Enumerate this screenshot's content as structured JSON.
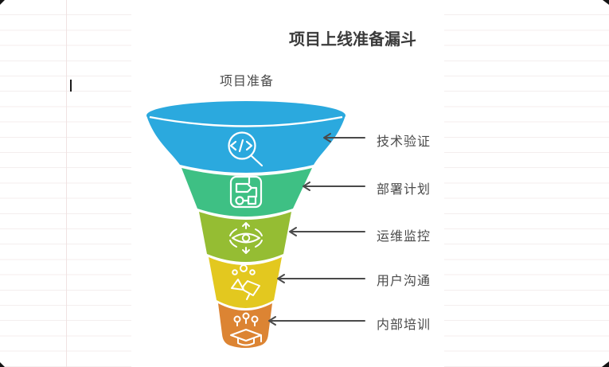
{
  "chart": {
    "title": "项目上线准备漏斗",
    "top_label": "项目准备",
    "arrow_color": "#4A4A4A",
    "stages": [
      {
        "label": "技术验证",
        "color": "#2BA9DE",
        "icon": "code-search-icon"
      },
      {
        "label": "部署计划",
        "color": "#3EC084",
        "icon": "workflow-icon"
      },
      {
        "label": "运维监控",
        "color": "#95BD33",
        "icon": "monitor-eye-icon"
      },
      {
        "label": "用户沟通",
        "color": "#E3C81F",
        "icon": "megaphone-users-icon"
      },
      {
        "label": "内部培训",
        "color": "#DC8433",
        "icon": "graduation-cap-icon"
      }
    ]
  },
  "chart_data": {
    "type": "funnel",
    "title": "项目上线准备漏斗",
    "top_label": "项目准备",
    "categories": [
      "技术验证",
      "部署计划",
      "运维监控",
      "用户沟通",
      "内部培训"
    ],
    "colors": [
      "#2BA9DE",
      "#3EC084",
      "#95BD33",
      "#E3C81F",
      "#DC8433"
    ],
    "relative_widths": [
      1.0,
      0.66,
      0.46,
      0.37,
      0.28
    ],
    "legend_position": "right-arrow-labels",
    "grid": "off"
  }
}
